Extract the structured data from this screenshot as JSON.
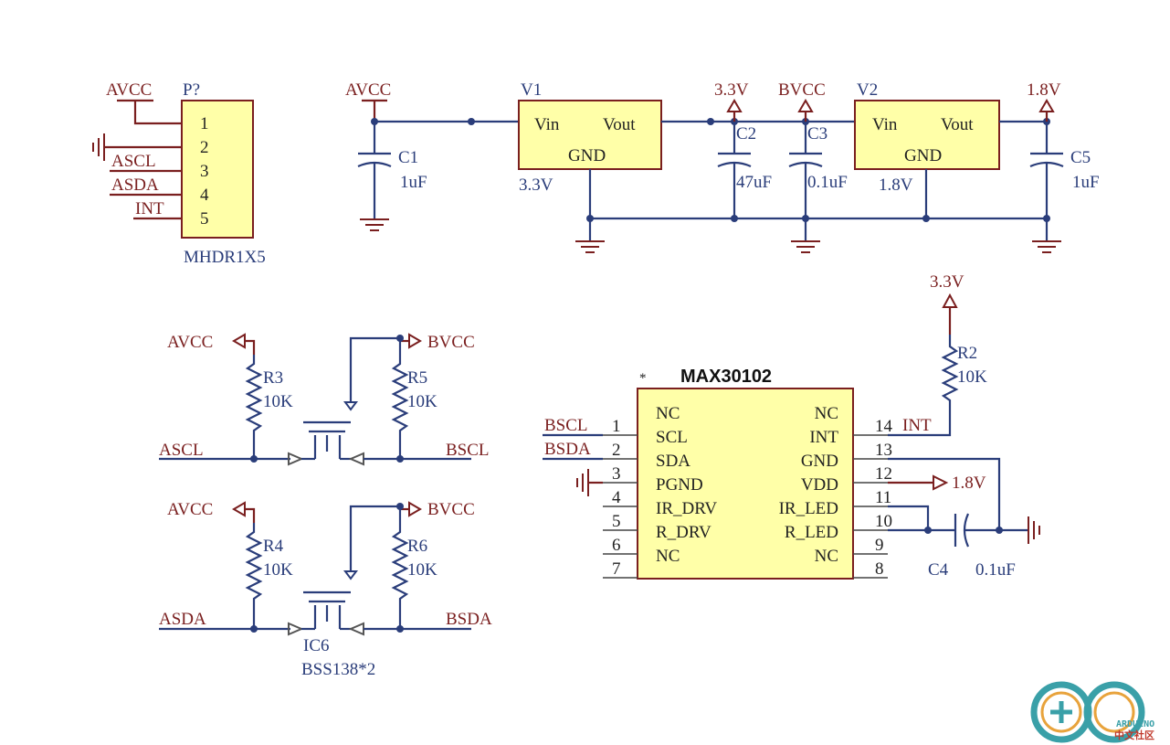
{
  "connector": {
    "ref": "P?",
    "value": "MHDR1X5",
    "pins": [
      "1",
      "2",
      "3",
      "4",
      "5"
    ],
    "nets": {
      "top": "AVCC",
      "p3": "ASCL",
      "p4": "ASDA",
      "p5": "INT"
    }
  },
  "regulator1": {
    "ref": "V1",
    "value": "3.3V",
    "pins": {
      "in": "Vin",
      "out": "Vout",
      "gnd": "GND"
    }
  },
  "regulator2": {
    "ref": "V2",
    "value": "1.8V",
    "pins": {
      "in": "Vin",
      "out": "Vout",
      "gnd": "GND"
    }
  },
  "power_nets": {
    "avcc": "AVCC",
    "v33": "3.3V",
    "bvcc": "BVCC",
    "v18": "1.8V"
  },
  "caps": {
    "c1": {
      "ref": "C1",
      "value": "1uF"
    },
    "c2": {
      "ref": "C2",
      "value": "47uF"
    },
    "c3": {
      "ref": "C3",
      "value": "0.1uF"
    },
    "c5": {
      "ref": "C5",
      "value": "1uF"
    },
    "c4": {
      "ref": "C4",
      "value": "0.1uF"
    }
  },
  "level_shifter": {
    "r3": {
      "ref": "R3",
      "value": "10K"
    },
    "r5": {
      "ref": "R5",
      "value": "10K"
    },
    "r4": {
      "ref": "R4",
      "value": "10K"
    },
    "r6": {
      "ref": "R6",
      "value": "10K"
    },
    "ic": {
      "ref": "IC6",
      "value": "BSS138*2"
    },
    "nets": {
      "avcc": "AVCC",
      "bvcc": "BVCC",
      "ascl": "ASCL",
      "bscl": "BSCL",
      "asda": "ASDA",
      "bsda": "BSDA"
    }
  },
  "max": {
    "title": "MAX30102",
    "marker": "*",
    "left_pins": [
      {
        "num": "1",
        "name": "NC",
        "net": ""
      },
      {
        "num": "2",
        "name": "SCL",
        "net": "BSCL"
      },
      {
        "num": "3",
        "name": "SDA",
        "net": "BSDA"
      },
      {
        "num": "4",
        "name": "PGND",
        "net": ""
      },
      {
        "num": "5",
        "name": "IR_DRV",
        "net": ""
      },
      {
        "num": "6",
        "name": "R_DRV",
        "net": ""
      },
      {
        "num": "7",
        "name": "NC",
        "net": ""
      }
    ],
    "right_pins": [
      {
        "num": "14",
        "name": "NC",
        "net": ""
      },
      {
        "num": "13",
        "name": "INT",
        "net": "INT"
      },
      {
        "num": "12",
        "name": "GND",
        "net": ""
      },
      {
        "num": "11",
        "name": "VDD",
        "net": "1.8V"
      },
      {
        "num": "10",
        "name": "IR_LED",
        "net": ""
      },
      {
        "num": "9",
        "name": "R_LED",
        "net": ""
      },
      {
        "num": "8",
        "name": "NC",
        "net": ""
      }
    ],
    "r2": {
      "ref": "R2",
      "value": "10K"
    },
    "pullup_net": "3.3V"
  },
  "logo": {
    "text": "ARDUINO",
    "subtext": "中文社区"
  }
}
